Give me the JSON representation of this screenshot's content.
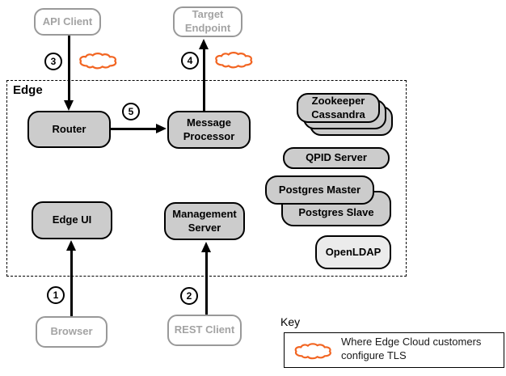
{
  "colors": {
    "cloud_orange": "#f26522",
    "node_fill": "#cccccc",
    "node_border": "#000000",
    "openldap_fill": "#ebebeb",
    "external_border": "#999999",
    "external_text": "#a3a3a3"
  },
  "edge_group": {
    "label": "Edge"
  },
  "nodes": {
    "api_client": {
      "label": "API Client"
    },
    "target_endpoint": {
      "label": "Target Endpoint"
    },
    "router": {
      "label": "Router"
    },
    "message_processor": {
      "label": "Message Processor"
    },
    "edge_ui": {
      "label": "Edge UI"
    },
    "management_server": {
      "label": "Management Server"
    },
    "zookeeper": {
      "label": "Zookeeper"
    },
    "cassandra": {
      "label": "Cassandra"
    },
    "qpid_server": {
      "label": "QPID Server"
    },
    "postgres_master": {
      "label": "Postgres Master"
    },
    "postgres_slave": {
      "label": "Postgres Slave"
    },
    "openldap": {
      "label": "OpenLDAP"
    },
    "browser": {
      "label": "Browser"
    },
    "rest_client": {
      "label": "REST Client"
    }
  },
  "steps": {
    "s1": "1",
    "s2": "2",
    "s3": "3",
    "s4": "4",
    "s5": "5"
  },
  "key": {
    "title": "Key",
    "legend_text": "Where Edge Cloud customers configure TLS"
  }
}
